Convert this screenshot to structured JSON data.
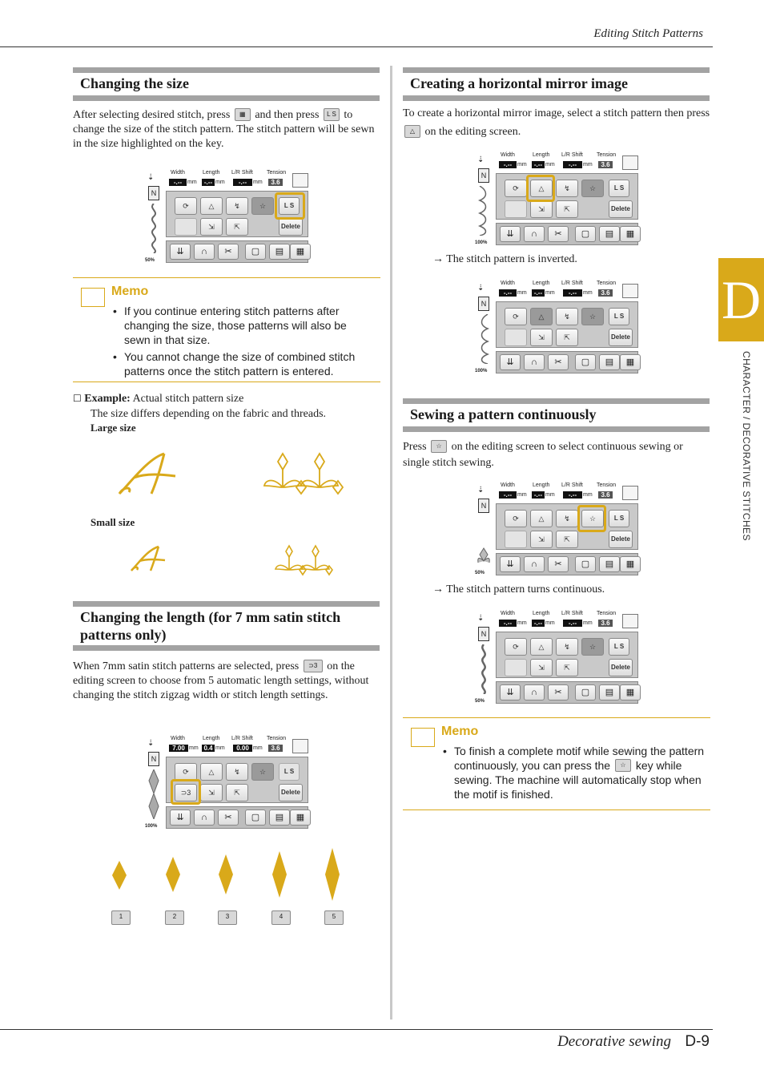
{
  "header": {
    "title": "Editing Stitch Patterns"
  },
  "side_tab": {
    "letter": "D",
    "text": "CHARACTER / DECORATIVE STITCHES"
  },
  "footer": {
    "title": "Decorative sewing",
    "page": "D-9"
  },
  "size_section": {
    "title": "Changing the size",
    "text_a": "After selecting desired stitch, press",
    "text_b": "and then press",
    "text_c": "to change the size of the stitch pattern. The stitch pattern will be sewn in the size highlighted on the key.",
    "memo_title": "Memo",
    "memo_1": "If you continue entering stitch patterns after changing the size, those patterns will also be sewn in that size.",
    "memo_2": "You cannot change the size of combined stitch patterns once the stitch pattern is entered.",
    "example_label": "Example:",
    "example_text": "Actual stitch pattern size",
    "example_sub": "The size differs depending on the fabric and threads.",
    "large_label": "Large size",
    "small_label": "Small size"
  },
  "length_section": {
    "title_1": "Changing the length (for 7 mm satin stitch",
    "title_2": "patterns only)",
    "text_a": "When 7mm satin stitch patterns are selected, press",
    "text_b": "on the editing screen to choose from 5 automatic length settings, without changing the stitch zigzag width or stitch length settings."
  },
  "mirror_section": {
    "title": "Creating a horizontal mirror image",
    "text_a": "To create a horizontal mirror image, select a stitch pattern then press",
    "text_b": "on the editing screen.",
    "result": "→ The stitch pattern is inverted."
  },
  "continuous_section": {
    "title": "Sewing a pattern continuously",
    "text_a": "Press",
    "text_b": "on the editing screen to select continuous sewing or single stitch sewing.",
    "result": "→ The stitch pattern turns continuous.",
    "memo_title": "Memo",
    "memo_a": "To finish a complete motif while sewing the pattern continuously, you can press the",
    "memo_b": "key while sewing. The machine will automatically stop when the motif is finished."
  },
  "lcd": {
    "width_label": "Width",
    "length_label": "Length",
    "shift_label": "L/R Shift",
    "tension_label": "Tension",
    "tension_value": "3.6",
    "unit": "mm",
    "blank_value": "-.--",
    "width_7": "7.00",
    "length_04": "0.4",
    "shift_0": "0.00",
    "delete": "Delete",
    "l": "L",
    "s": "S",
    "n": "N",
    "zoom_50": "50%",
    "zoom_100": "100%"
  },
  "length_keys": [
    "1",
    "2",
    "3",
    "4",
    "5"
  ],
  "colors": {
    "accent": "#d9a91a",
    "band": "#a3a3a3"
  }
}
